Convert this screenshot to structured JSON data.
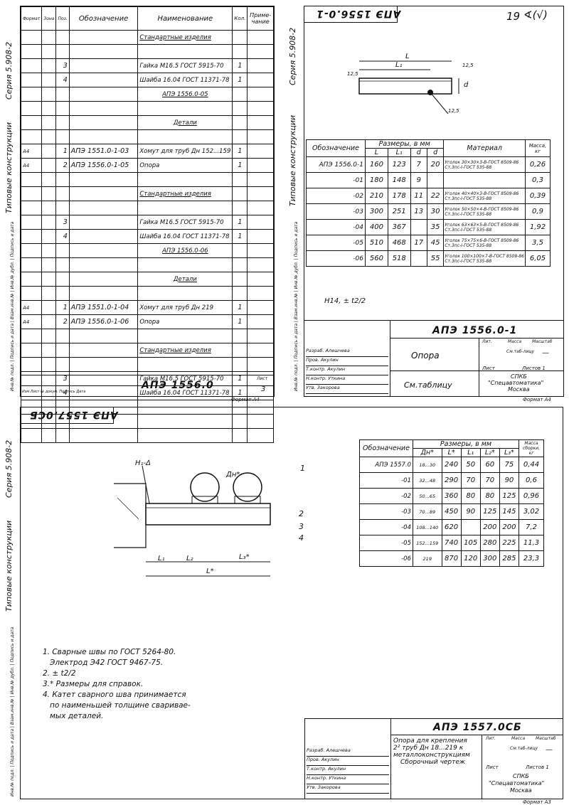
{
  "side": {
    "series": "Серия 5.908-2",
    "typical": "Типовые конструкции",
    "stamps": [
      "Подпись и дата",
      "Взам.инв.№",
      "Инв.№ дубл.",
      "Подпись и дата",
      "Инв.№ подл."
    ]
  },
  "sheet1": {
    "header": {
      "format": "Формат",
      "zone": "Зона",
      "pos": "Поз.",
      "designation": "Обозначение",
      "name": "Наименование",
      "qty": "Кол.",
      "note": "Приме-чание"
    },
    "rows": [
      {
        "f": "",
        "z": "",
        "p": "",
        "d": "",
        "n": "Стандартные изделия",
        "q": "",
        "u": true
      },
      {
        "f": "",
        "z": "",
        "p": "",
        "d": "",
        "n": "",
        "q": ""
      },
      {
        "f": "",
        "z": "",
        "p": "3",
        "d": "",
        "n": "Гайка М16.5 ГОСТ 5915-70",
        "q": "1"
      },
      {
        "f": "",
        "z": "",
        "p": "4",
        "d": "",
        "n": "Шайба 16.04 ГОСТ 11371-78",
        "q": "1"
      },
      {
        "f": "",
        "z": "",
        "p": "",
        "d": "",
        "n": "АПЭ 1556.0-05",
        "q": "",
        "u": true,
        "c": true
      },
      {
        "f": "",
        "z": "",
        "p": "",
        "d": "",
        "n": "",
        "q": ""
      },
      {
        "f": "",
        "z": "",
        "p": "",
        "d": "",
        "n": "Детали",
        "q": "",
        "u": true,
        "c": true
      },
      {
        "f": "",
        "z": "",
        "p": "",
        "d": "",
        "n": "",
        "q": ""
      },
      {
        "f": "А4",
        "z": "",
        "p": "1",
        "d": "АПЭ 1551.0-1-03",
        "n": "Хомут для труб Дн 152...159",
        "q": "1"
      },
      {
        "f": "А4",
        "z": "",
        "p": "2",
        "d": "АПЭ 1556.0-1-05",
        "n": "Опора",
        "q": "1"
      },
      {
        "f": "",
        "z": "",
        "p": "",
        "d": "",
        "n": "",
        "q": ""
      },
      {
        "f": "",
        "z": "",
        "p": "",
        "d": "",
        "n": "Стандартные изделия",
        "q": "",
        "u": true
      },
      {
        "f": "",
        "z": "",
        "p": "",
        "d": "",
        "n": "",
        "q": ""
      },
      {
        "f": "",
        "z": "",
        "p": "3",
        "d": "",
        "n": "Гайка М16.5 ГОСТ 5915-70",
        "q": "1"
      },
      {
        "f": "",
        "z": "",
        "p": "4",
        "d": "",
        "n": "Шайба 16.04 ГОСТ 11371-78",
        "q": "1"
      },
      {
        "f": "",
        "z": "",
        "p": "",
        "d": "",
        "n": "АПЭ 1556.0-06",
        "q": "",
        "u": true,
        "c": true
      },
      {
        "f": "",
        "z": "",
        "p": "",
        "d": "",
        "n": "",
        "q": ""
      },
      {
        "f": "",
        "z": "",
        "p": "",
        "d": "",
        "n": "Детали",
        "q": "",
        "u": true,
        "c": true
      },
      {
        "f": "",
        "z": "",
        "p": "",
        "d": "",
        "n": "",
        "q": ""
      },
      {
        "f": "А4",
        "z": "",
        "p": "1",
        "d": "АПЭ 1551.0-1-04",
        "n": "Хомут для труб Дн 219",
        "q": "1"
      },
      {
        "f": "А4",
        "z": "",
        "p": "2",
        "d": "АПЭ 1556.0-1-06",
        "n": "Опора",
        "q": "1"
      },
      {
        "f": "",
        "z": "",
        "p": "",
        "d": "",
        "n": "",
        "q": ""
      },
      {
        "f": "",
        "z": "",
        "p": "",
        "d": "",
        "n": "Стандартные изделия",
        "q": "",
        "u": true
      },
      {
        "f": "",
        "z": "",
        "p": "",
        "d": "",
        "n": "",
        "q": ""
      },
      {
        "f": "",
        "z": "",
        "p": "3",
        "d": "",
        "n": "Гайка М16.5 ГОСТ 5915-70",
        "q": "1"
      },
      {
        "f": "",
        "z": "",
        "p": "4",
        "d": "",
        "n": "Шайба 16.04 ГОСТ 11371-78",
        "q": "1"
      },
      {
        "f": "",
        "z": "",
        "p": "",
        "d": "",
        "n": "",
        "q": ""
      },
      {
        "f": "",
        "z": "",
        "p": "",
        "d": "",
        "n": "",
        "q": ""
      },
      {
        "f": "",
        "z": "",
        "p": "",
        "d": "",
        "n": "",
        "q": ""
      }
    ],
    "title": "АПЭ 1556.0",
    "sheet_label": "Лист",
    "sheet_no": "3",
    "footer_cols": "Изм Лист № докум. Подпись Дата",
    "format": "Формат А4"
  },
  "sheet2": {
    "stamp_top": "АПЭ 1556.0-1",
    "page_no": "19",
    "dims": {
      "L": "L",
      "L1": "L₁",
      "d": "d",
      "r1": "12,5",
      "r2": "12,5",
      "d2": "12,5"
    },
    "table_header": {
      "designation": "Обозначение",
      "sizes": "Размеры, в мм",
      "L": "L",
      "L1": "L₁",
      "d": "d",
      "d2": "d",
      "material": "Материал",
      "mass": "Масса, кг"
    },
    "rows": [
      {
        "des": "АПЭ 1556.0-1",
        "L": "160",
        "L1": "123",
        "d": "7",
        "d2": "20",
        "mat1": "Уголок 30×30×3-В-ГОСТ 8509-86",
        "mat2": "Ст.3пс-I-ГОСТ 535-88",
        "m": "0,26"
      },
      {
        "des": "-01",
        "L": "180",
        "L1": "148",
        "d": "9",
        "d2": "",
        "mat1": "",
        "mat2": "",
        "m": "0,3"
      },
      {
        "des": "-02",
        "L": "210",
        "L1": "178",
        "d": "11",
        "d2": "22",
        "mat1": "Уголок 40×40×3-В-ГОСТ 8509-86",
        "mat2": "Ст.3пс-I-ГОСТ 535-88",
        "m": "0,39"
      },
      {
        "des": "-03",
        "L": "300",
        "L1": "251",
        "d": "13",
        "d2": "30",
        "mat1": "Уголок 50×50×4-В-ГОСТ 8509-86",
        "mat2": "Ст.3пс-I-ГОСТ 535-88",
        "m": "0,9"
      },
      {
        "des": "-04",
        "L": "400",
        "L1": "367",
        "d": "",
        "d2": "35",
        "mat1": "Уголок 63×63×5-В-ГОСТ 8509-86",
        "mat2": "Ст.3пс-I-ГОСТ 535-88",
        "m": "1,92"
      },
      {
        "des": "-05",
        "L": "510",
        "L1": "468",
        "d": "17",
        "d2": "45",
        "mat1": "Уголок 75×75×6-В-ГОСТ 8509-86",
        "mat2": "Ст.3пс-I-ГОСТ 535-88",
        "m": "3,5"
      },
      {
        "des": "-06",
        "L": "560",
        "L1": "518",
        "d": "",
        "d2": "55",
        "mat1": "Уголок 100×100×7-В-ГОСТ 8509-86",
        "mat2": "Ст.3пс-I-ГОСТ 535-88",
        "m": "6,05"
      }
    ],
    "tolerance": "H14, ± t2/2",
    "title": "АПЭ 1556.0-1",
    "name": "Опора",
    "material": "См.таблицу",
    "lit": "Лит.",
    "mass": "Масса",
    "scale": "Масштаб",
    "mass_val": "См.таб-лицу",
    "scale_val": "—",
    "sheet": "Лист",
    "sheets": "Листов 1",
    "org1": "СПКБ",
    "org2": "\"Спецавтоматика\"",
    "org3": "Москва",
    "roles": [
      {
        "r": "Разраб.",
        "n": "Алешчева"
      },
      {
        "r": "Пров.",
        "n": "Акулин"
      },
      {
        "r": "Т.контр.",
        "n": "Акулин"
      },
      {
        "r": "Н.контр.",
        "n": "Уткина"
      },
      {
        "r": "Утв.",
        "n": "Закорова"
      }
    ],
    "format": "Формат А4"
  },
  "sheet3": {
    "stamp_top": "АПЭ 1557.0СБ",
    "labels": {
      "h1": "H₁-Δ",
      "dn": "Дн*",
      "p1": "1",
      "p2": "2",
      "p3": "3",
      "p4": "4",
      "l1": "L₁",
      "l2": "L₂",
      "l3": "L₃*",
      "l": "L*"
    },
    "table_header": {
      "designation": "Обозначение",
      "sizes": "Размеры, в мм",
      "dn": "Дн*",
      "L": "L*",
      "L1": "L₁",
      "L2": "L₂*",
      "L3": "L₃*",
      "mass": "Масса сборки, кг"
    },
    "rows": [
      {
        "des": "АПЭ 1557.0",
        "dn": "18...30",
        "L": "240",
        "L1": "50",
        "L2": "60",
        "L3": "75",
        "m": "0,44"
      },
      {
        "des": "-01",
        "dn": "32...48",
        "L": "290",
        "L1": "70",
        "L2": "70",
        "L3": "90",
        "m": "0,6"
      },
      {
        "des": "-02",
        "dn": "50...65",
        "L": "360",
        "L1": "80",
        "L2": "80",
        "L3": "125",
        "m": "0,96"
      },
      {
        "des": "-03",
        "dn": "70...89",
        "L": "450",
        "L1": "90",
        "L2": "125",
        "L3": "145",
        "m": "3,02"
      },
      {
        "des": "-04",
        "dn": "108...140",
        "L": "620",
        "L1": "",
        "L2": "200",
        "L3": "200",
        "m": "7,2"
      },
      {
        "des": "-05",
        "dn": "152...159",
        "L": "740",
        "L1": "105",
        "L2": "280",
        "L3": "225",
        "m": "11,3"
      },
      {
        "des": "-06",
        "dn": "219",
        "L": "870",
        "L1": "120",
        "L2": "300",
        "L3": "285",
        "m": "23,3"
      }
    ],
    "notes": [
      "1. Сварные швы по ГОСТ 5264-80.",
      "   Электрод Э42 ГОСТ 9467-75.",
      "2. ± t2/2",
      "3.* Размеры для справок.",
      "4. Катет сварного шва принимается",
      "   по наименьшей толщине сваривае-",
      "   мых деталей."
    ],
    "title": "АПЭ 1557.0СБ",
    "name1": "Опора для крепления",
    "name2": "2² труб Дн 18...219 к",
    "name3": "металлоконструкциям",
    "name4": "Сборочный чертеж",
    "sheets": "Листов 1",
    "format": "Формат А3"
  }
}
